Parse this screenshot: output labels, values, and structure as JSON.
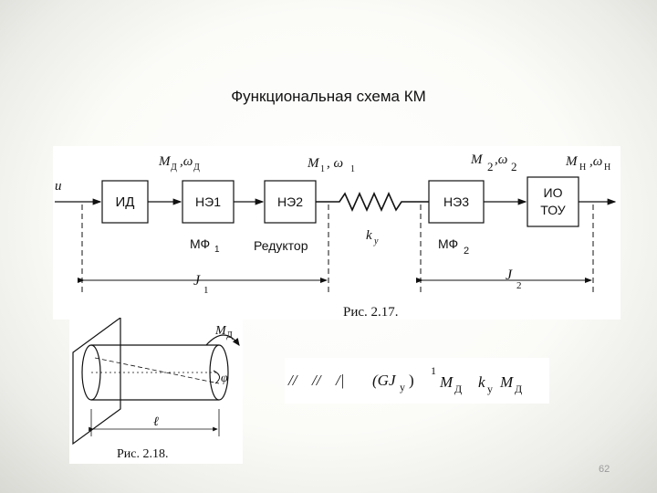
{
  "slide": {
    "title": "Функциональная схема КМ",
    "page_number": "62"
  },
  "figure_2_17": {
    "input_label": "u",
    "signals": {
      "motor_m": "M",
      "motor_m_sub": "Д",
      "motor_w": ",ω",
      "motor_w_sub": "Д",
      "s1_m": "M",
      "s1_m_sub": "1",
      "s1_w": ", ω",
      "s1_w_sub": "1",
      "s2_m": "M",
      "s2_m_sub": "2",
      "s2_w": ",ω",
      "s2_w_sub": "2",
      "load_m": "M",
      "load_m_sub": "Н",
      "load_w": ",ω",
      "load_w_sub": "Н"
    },
    "blocks": {
      "id": "ИД",
      "ne1": "НЭ1",
      "ne2": "НЭ2",
      "ne3": "НЭ3",
      "io_line1": "ИО",
      "io_line2": "ТОУ"
    },
    "labels": {
      "mf1": "МФ",
      "mf1_sub": "1",
      "reducer": "Редуктор",
      "ky": "k",
      "ky_sub": "y",
      "mf2": "МФ",
      "mf2_sub": "2",
      "j1": "J",
      "j1_sub": "1",
      "j2": "J",
      "j2_sub": "2"
    },
    "caption": "Рис. 2.17."
  },
  "figure_2_18": {
    "moment_label": "M",
    "moment_sub": "Д",
    "angle_label": "φ",
    "length_label": "ℓ",
    "caption": "Рис. 2.18."
  },
  "formula": {
    "glyph_a": "//",
    "glyph_b": "//",
    "glyph_c": "/|",
    "gj": "(GJ",
    "gj_sub": "у",
    "close_paren": ")",
    "power": "1",
    "m1": "M",
    "m1_sub": "Д",
    "k": "k",
    "k_sub": "у",
    "m2": "M",
    "m2_sub": "Д"
  }
}
